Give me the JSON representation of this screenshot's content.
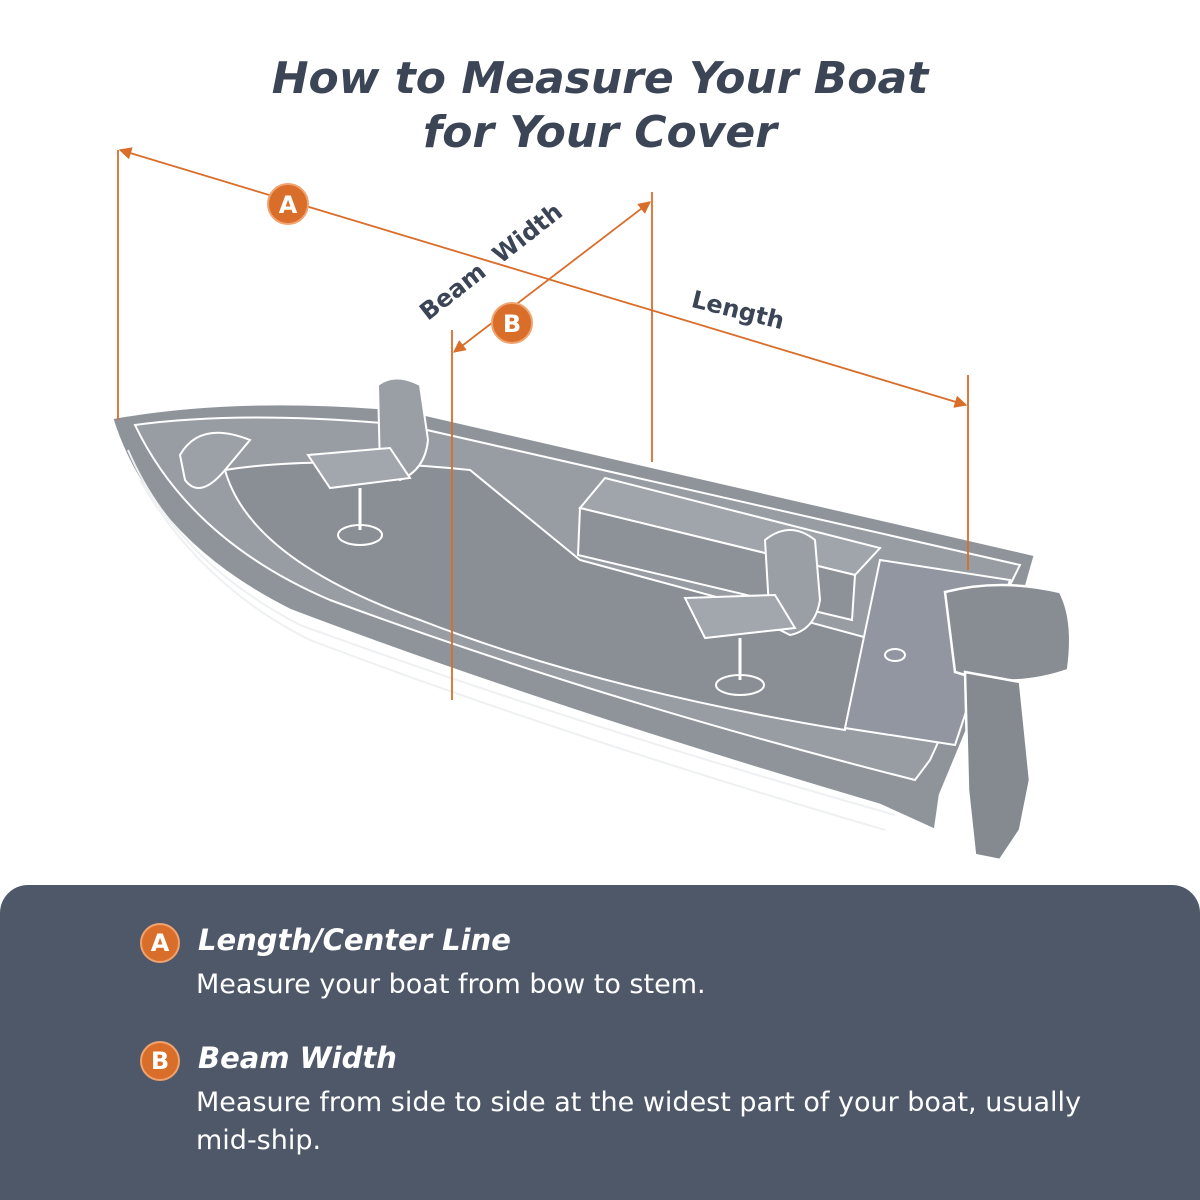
{
  "title": {
    "line1": "How to Measure Your Boat",
    "line2": "for Your Cover"
  },
  "diagram": {
    "label_a": "A",
    "label_b": "B",
    "beam_label": "Beam  Width",
    "length_label": "Length"
  },
  "legend": {
    "items": [
      {
        "badge": "A",
        "heading": "Length/Center Line",
        "description": "Measure your boat from bow to stem."
      },
      {
        "badge": "B",
        "heading": "Beam Width",
        "description": "Measure from side to side at the widest part of your boat, usually mid-ship."
      }
    ]
  },
  "colors": {
    "accent": "#d96d2a",
    "boat": "#8f949b",
    "title": "#3b4556",
    "panel": "#4f5869"
  }
}
